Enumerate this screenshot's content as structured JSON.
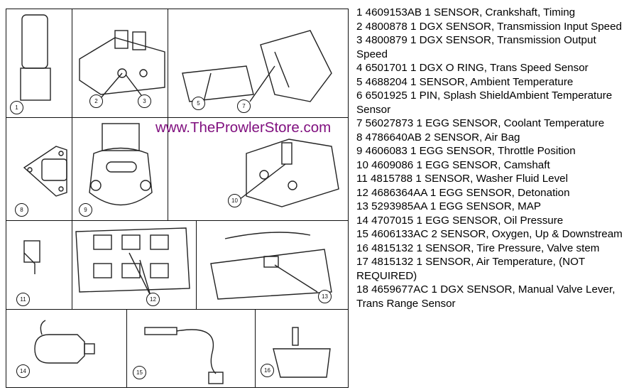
{
  "watermark": "www.TheProwlerStore.com",
  "callouts": [
    "1",
    "2",
    "3",
    "5",
    "7",
    "8",
    "9",
    "10",
    "11",
    "12",
    "13",
    "14",
    "15",
    "16"
  ],
  "parts_list": [
    "1 4609153AB 1 SENSOR, Crankshaft, Timing",
    "2 4800878 1 DGX SENSOR, Transmission Input Speed",
    "3 4800879 1 DGX SENSOR, Transmission Output Speed",
    "4 6501701 1 DGX O RING, Trans Speed Sensor",
    "5 4688204 1 SENSOR, Ambient Temperature",
    "6 6501925 1 PIN, Splash ShieldAmbient Temperature Sensor",
    "7 56027873 1 EGG SENSOR, Coolant Temperature",
    "8 4786640AB 2 SENSOR, Air Bag",
    "9 4606083 1 EGG SENSOR, Throttle Position",
    "10 4609086 1 EGG SENSOR, Camshaft",
    "11 4815788 1 SENSOR, Washer Fluid Level",
    "12 4686364AA 1 EGG SENSOR, Detonation",
    "13 5293985AA 1 EGG SENSOR, MAP",
    "14 4707015 1 EGG SENSOR, Oil Pressure",
    "15 4606133AC 2 SENSOR, Oxygen, Up & Downstream",
    "16 4815132 1 SENSOR, Tire Pressure, Valve stem",
    "17 4815132 1 SENSOR, Air Temperature, (NOT REQUIRED)",
    "18 4659677AC 1 DGX SENSOR, Manual Valve Lever, Trans Range Sensor"
  ]
}
